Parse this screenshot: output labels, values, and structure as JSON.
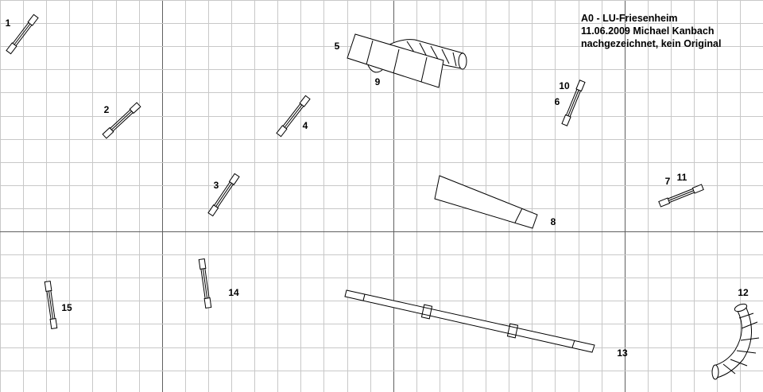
{
  "header": {
    "title": "A0 - LU-Friesenheim",
    "author_line": "11.06.2009 Michael Kanbach",
    "note": "nachgezeichnet, kein Original"
  },
  "obstacles": {
    "n1": "1",
    "n2": "2",
    "n3": "3",
    "n4": "4",
    "n5": "5",
    "n6": "6",
    "n7": "7",
    "n8": "8",
    "n9": "9",
    "n10": "10",
    "n11": "11",
    "n12": "12",
    "n13": "13",
    "n14": "14",
    "n15": "15"
  },
  "colors": {
    "grid_minor": "#c8c8c8",
    "grid_major": "#606060",
    "stroke": "#000000"
  }
}
